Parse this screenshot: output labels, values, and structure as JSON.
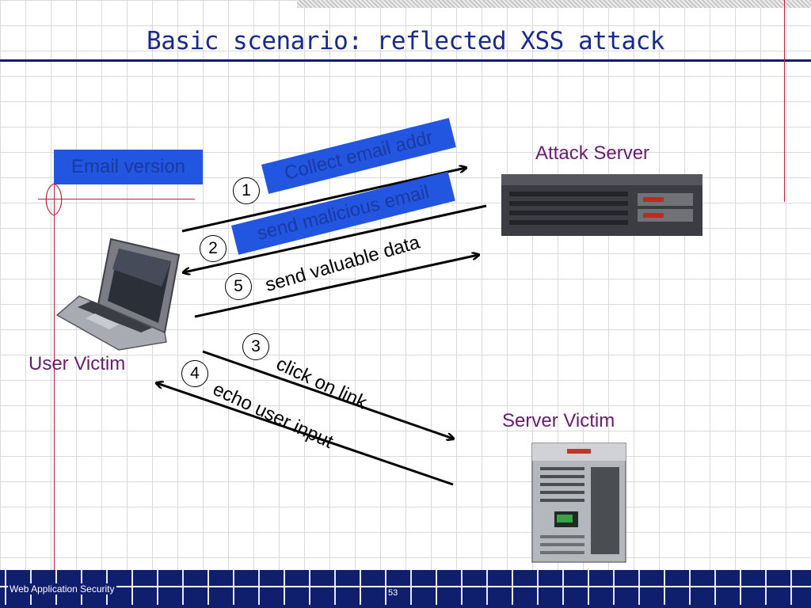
{
  "slide": {
    "title": "Basic scenario: reflected XSS attack",
    "email_version_label": "Email version",
    "footer_text": "Web Application Security",
    "page_number": "53"
  },
  "nodes": {
    "attack_server": "Attack Server",
    "user_victim": "User Victim",
    "server_victim": "Server Victim"
  },
  "steps": [
    {
      "number": "1",
      "label": "Collect email addr"
    },
    {
      "number": "2",
      "label": "send malicious email"
    },
    {
      "number": "3",
      "label": "click on link"
    },
    {
      "number": "4",
      "label": "echo user input"
    },
    {
      "number": "5",
      "label": "send valuable data"
    }
  ],
  "colors": {
    "title": "#1a2a8c",
    "label_box": "#2255e0",
    "node_label": "#6a1b6e",
    "accent_line": "#c0203a",
    "footer": "#0f1f6e"
  }
}
